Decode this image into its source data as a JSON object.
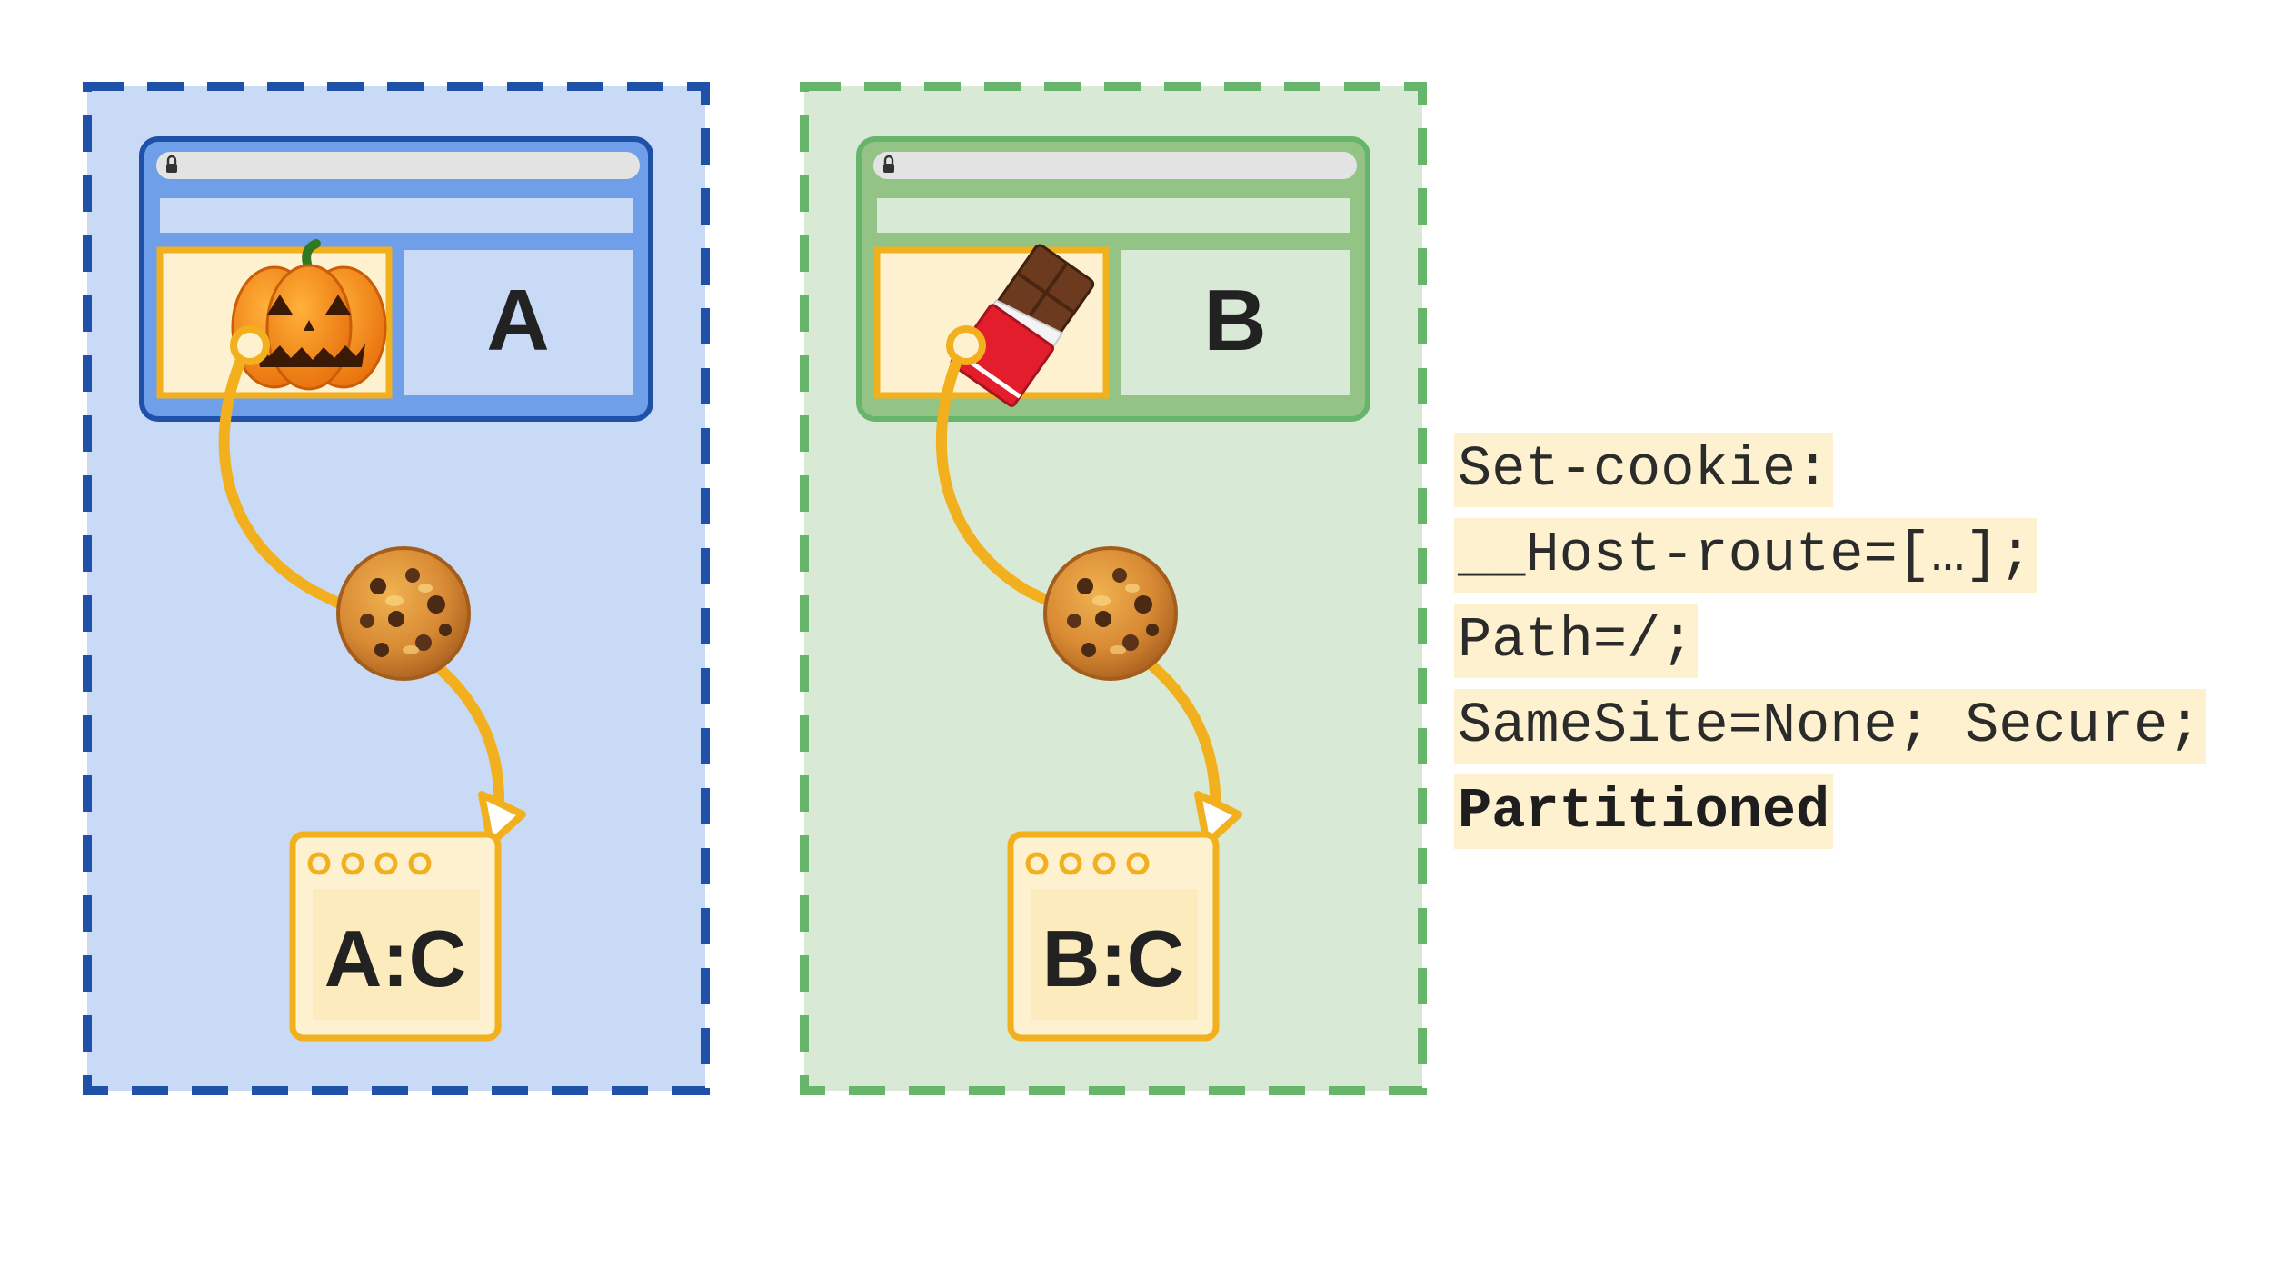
{
  "panels": [
    {
      "site_label": "A",
      "partition_label": "A:C",
      "embed_icon": "jack-o-lantern-icon",
      "border_color": "#1f51a8",
      "background_color": "#c9daf6",
      "browser_color": "#6f9fe9"
    },
    {
      "site_label": "B",
      "partition_label": "B:C",
      "embed_icon": "chocolate-bar-icon",
      "border_color": "#66b56a",
      "background_color": "#d8ead5",
      "browser_color": "#93c486"
    }
  ],
  "cookie_icon": "cookie-icon",
  "arrow_color": "#f2b01e",
  "header_code": [
    "Set-cookie:",
    "__Host-route=[…];",
    "Path=/;",
    "SameSite=None; Secure;",
    "Partitioned"
  ]
}
